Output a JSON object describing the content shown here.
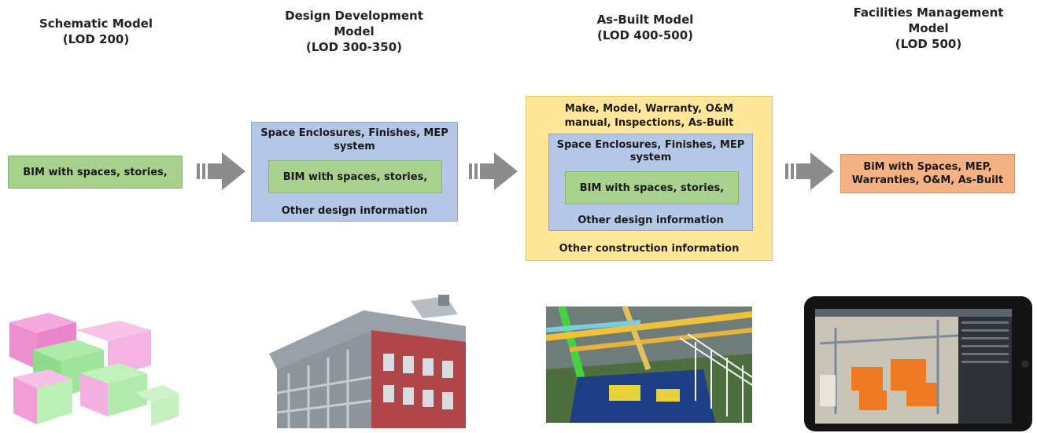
{
  "stages": [
    {
      "title_lines": [
        "Schematic Model",
        "(LOD 200)"
      ]
    },
    {
      "title_lines": [
        "Design Development",
        "Model",
        "(LOD 300-350)"
      ]
    },
    {
      "title_lines": [
        "As-Built Model",
        "(LOD 400-500)"
      ]
    },
    {
      "title_lines": [
        "Facilities Management",
        "Model",
        "(LOD 500)"
      ]
    }
  ],
  "boxes": {
    "schematic": {
      "inner": "BIM with spaces, stories,"
    },
    "design": {
      "top_line1": "Space Enclosures, Finishes, MEP",
      "top_line2": "system",
      "inner": "BIM with spaces, stories,",
      "bottom": "Other design information"
    },
    "asbuilt": {
      "top_line1": "Make, Model, Warranty, O&M",
      "top_line2": "manual, Inspections, As-Built",
      "mid_line1": "Space Enclosures, Finishes, MEP",
      "mid_line2": "system",
      "inner": "BIM with spaces, stories,",
      "mid_bottom": "Other design information",
      "bottom": "Other construction information"
    },
    "fm": {
      "line1": "BiM with Spaces, MEP,",
      "line2": "Warranties, O&M, As-Built"
    }
  },
  "colors": {
    "green": "#a9d18e",
    "blue": "#b4c7e7",
    "yellow": "#ffe699",
    "orange": "#f4b183",
    "arrow": "#8c8c8c"
  }
}
